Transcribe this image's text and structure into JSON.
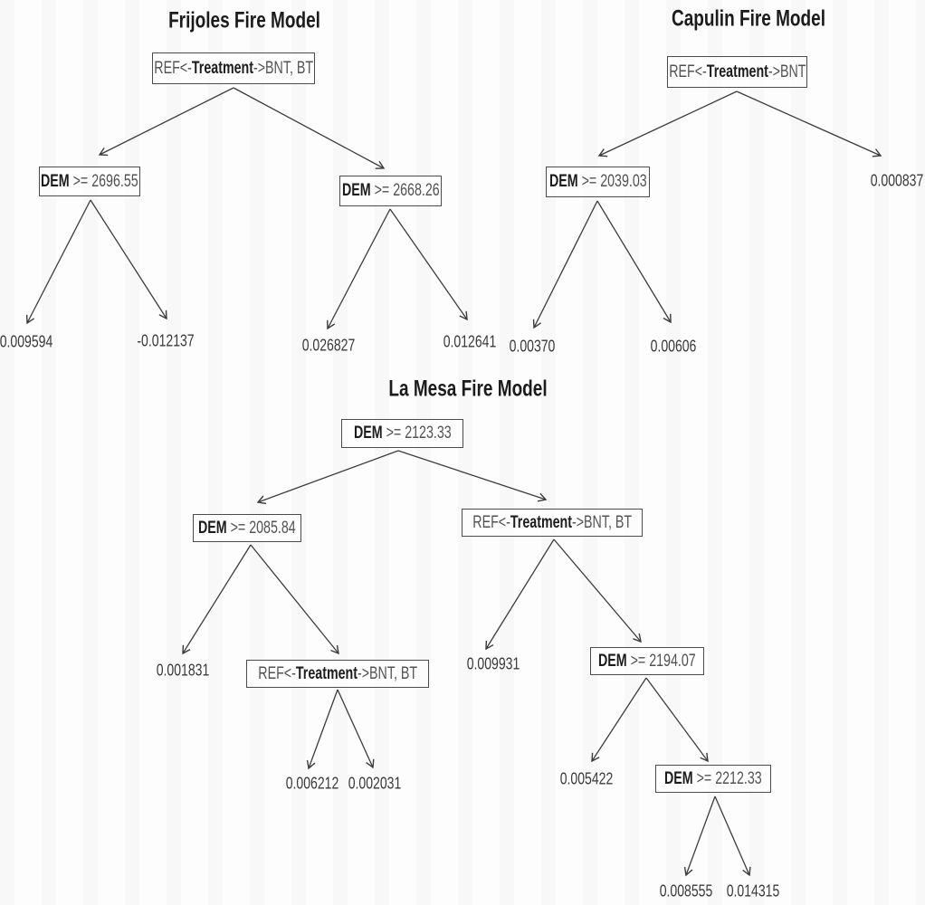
{
  "figure_type": "decision-tree-diagrams",
  "trees": [
    {
      "title": "Frijoles Fire Model",
      "nodes": {
        "root": {
          "pre": "REF<-",
          "mid": "Treatment",
          "post": "->BNT, BT"
        },
        "l": {
          "var": "DEM",
          "cond": " >= 2696.55"
        },
        "r": {
          "var": "DEM",
          "cond": " >= 2668.26"
        }
      },
      "leaves": {
        "ll": "0.009594",
        "lr": "-0.012137",
        "rl": "0.026827",
        "rr": "0.012641"
      }
    },
    {
      "title": "Capulin Fire Model",
      "nodes": {
        "root": {
          "pre": "REF<-",
          "mid": "Treatment",
          "post": "->BNT"
        },
        "l": {
          "var": "DEM",
          "cond": " >= 2039.03"
        }
      },
      "leaves": {
        "r": "0.000837",
        "ll": "0.00370",
        "lr": "0.00606"
      }
    },
    {
      "title": "La Mesa Fire Model",
      "nodes": {
        "root": {
          "var": "DEM",
          "cond": " >= 2123.33"
        },
        "l": {
          "var": "DEM",
          "cond": " >= 2085.84"
        },
        "r": {
          "pre": "REF<-",
          "mid": "Treatment",
          "post": "->BNT, BT"
        },
        "lr": {
          "pre": "REF<-",
          "mid": "Treatment",
          "post": "->BNT, BT"
        },
        "rr": {
          "var": "DEM",
          "cond": " >= 2194.07"
        },
        "rrr": {
          "var": "DEM",
          "cond": " >= 2212.33"
        }
      },
      "leaves": {
        "ll": "0.001831",
        "lrl": "0.006212",
        "lrr": "0.002031",
        "rl": "0.009931",
        "rrl": "0.005422",
        "rrrl": "0.008555",
        "rrrr": "0.014315"
      }
    }
  ],
  "colors": {
    "ink": "#1c1c1c",
    "muted": "#525252",
    "arrow": "#3c3c3c",
    "background": "#fdfdfd"
  }
}
